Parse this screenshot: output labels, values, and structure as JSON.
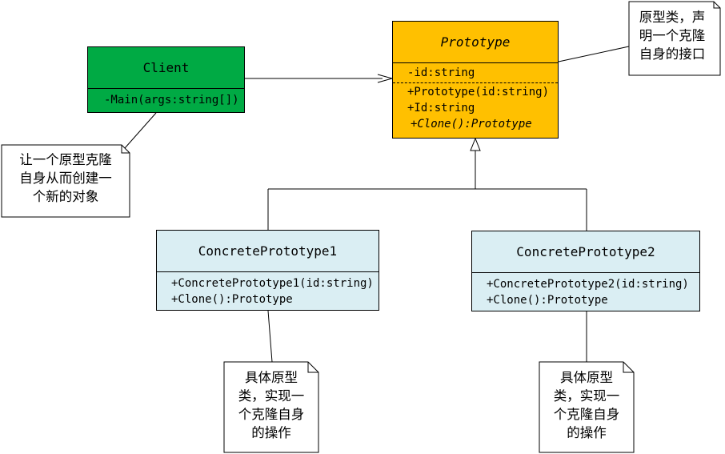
{
  "client": {
    "name": "Client",
    "methods": [
      "-Main(args:string[])"
    ],
    "fill": "#00aa44"
  },
  "prototype": {
    "name": "Prototype",
    "fields": [
      "-id:string"
    ],
    "methods": [
      "+Prototype(id:string)",
      "+Id:string",
      "+Clone():Prototype"
    ],
    "fill": "#ffc000"
  },
  "concrete1": {
    "name": "ConcretePrototype1",
    "methods": [
      "+ConcretePrototype1(id:string)",
      "+Clone():Prototype"
    ],
    "fill": "#daeef3"
  },
  "concrete2": {
    "name": "ConcretePrototype2",
    "methods": [
      "+ConcretePrototype2(id:string)",
      "+Clone():Prototype"
    ],
    "fill": "#daeef3"
  },
  "notes": {
    "prototype_note": [
      "原型类，声",
      "明一个克隆",
      "自身的接口"
    ],
    "client_note": [
      "让一个原型克隆",
      "自身从而创建一",
      "个新的对象"
    ],
    "concrete1_note": [
      "具体原型",
      "类，实现一",
      "个克隆自身",
      "的操作"
    ],
    "concrete2_note": [
      "具体原型",
      "类，实现一",
      "个克隆自身",
      "的操作"
    ]
  }
}
